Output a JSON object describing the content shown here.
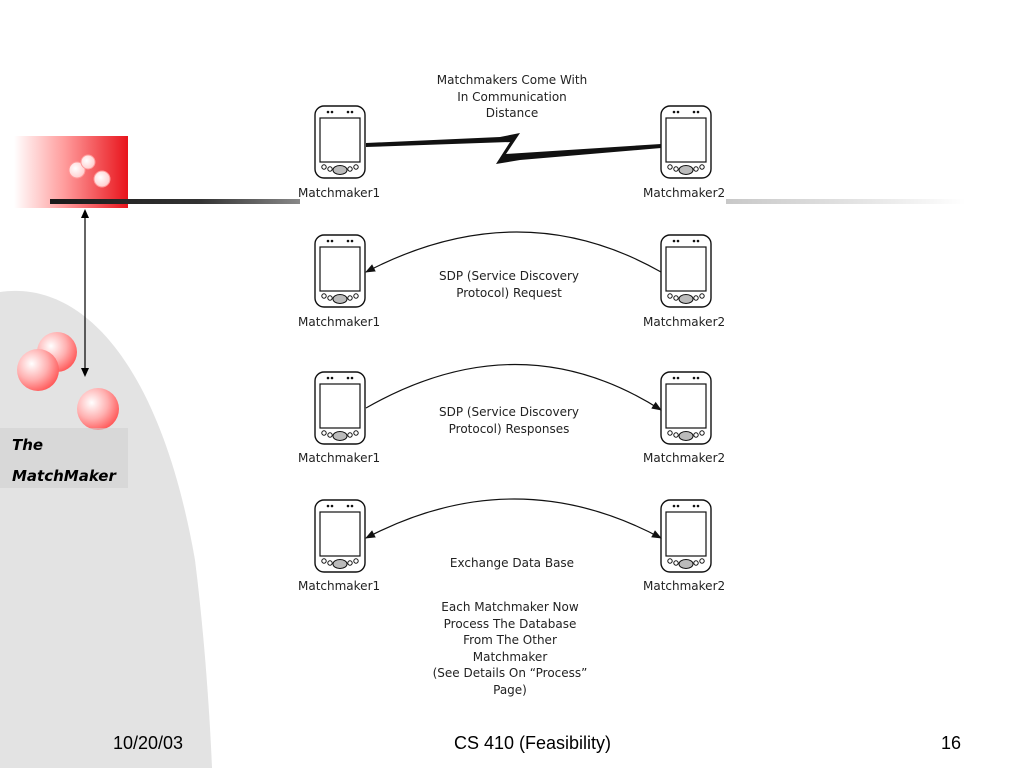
{
  "slide": {
    "section_title_line1": "The",
    "section_title_line2": "MatchMaker"
  },
  "diagram": {
    "device_left": "Matchmaker1",
    "device_right": "Matchmaker2",
    "step1_label": [
      "Matchmakers Come With",
      "In Communication",
      "Distance"
    ],
    "step2_label": [
      "SDP (Service Discovery",
      "Protocol) Request"
    ],
    "step3_label": [
      "SDP (Service Discovery",
      "Protocol) Responses"
    ],
    "step4_label": "Exchange Data Base",
    "note": [
      "Each Matchmaker Now",
      "Process The Database",
      "From The Other",
      "Matchmaker",
      "(See Details On “Process”",
      "Page)"
    ]
  },
  "footer": {
    "date": "10/20/03",
    "course": "CS 410 (Feasibility)",
    "page": "16"
  },
  "colors": {
    "accent_red": "#e8141c",
    "bubble_pink": "#ff8a8a",
    "arc_gray": "#e3e3e3"
  }
}
